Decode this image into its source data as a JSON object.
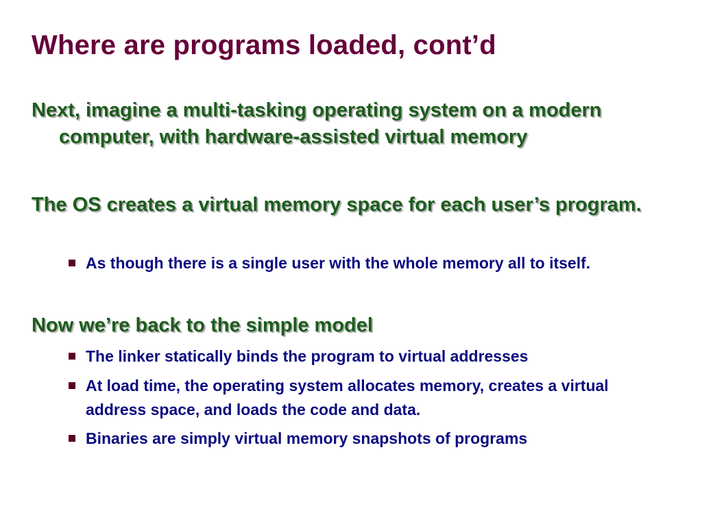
{
  "slide": {
    "title": "Where are programs loaded,  cont’d",
    "points": [
      {
        "text": "Next, imagine a multi-tasking operating system on a modern computer, with hardware-assisted virtual memory",
        "subpoints": []
      },
      {
        "text": "The OS creates a virtual memory space for each user’s program.",
        "subpoints": [
          "As though there is a single user with the whole memory all to itself."
        ]
      },
      {
        "text": "Now we’re back to the simple model",
        "subpoints": [
          "The linker statically binds the program to virtual addresses",
          "At load time, the operating system allocates memory, creates a virtual address space, and loads the code and data.",
          "Binaries are simply virtual memory snapshots of programs"
        ]
      }
    ]
  },
  "colors": {
    "title": "#66003a",
    "level1_text": "#1c5c1c",
    "level2_text": "#0b0b80",
    "bullet": "#5a0029",
    "background": "#ffffff"
  },
  "icons": {
    "bullet": "square-bullet-icon"
  }
}
